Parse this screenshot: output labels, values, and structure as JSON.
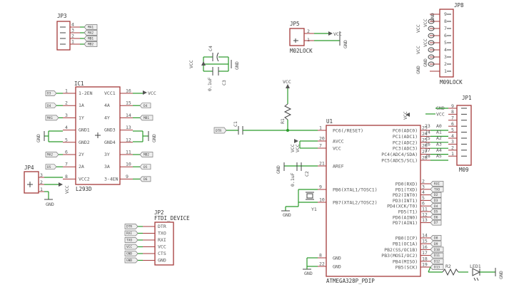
{
  "parts": {
    "jp3": "JP3",
    "jp5": "JP5",
    "jp5_value": "M02LOCK",
    "jp8": "JP8",
    "jp8_value": "M09LOCK",
    "jp1": "JP1",
    "jp1_value": "M09",
    "ic1": "IC1",
    "ic1_value": "L293D",
    "jp4": "JP4",
    "jp2": "JP2",
    "jp2_value": "FTDI_DEVICE",
    "u1": "U1",
    "u1_value": "ATMEGA328P_PDIP",
    "c1": "C1",
    "c2": "C2",
    "c2_value": "0.1uF",
    "c3": "C3",
    "c3_value": "0.1uF",
    "c4": "C4",
    "r1": "R1",
    "r2": "R2",
    "led1": "LED1",
    "y1": "Y1"
  },
  "power": {
    "vcc": "VCC",
    "gnd": "GND"
  },
  "ic1_pins": {
    "left": [
      {
        "num": "1",
        "name": "1-2EN",
        "net": "D3"
      },
      {
        "num": "2",
        "name": "1A",
        "net": "D4"
      },
      {
        "num": "3",
        "name": "1Y",
        "net": "MA1"
      },
      {
        "num": "4",
        "name": "GND1",
        "net": ""
      },
      {
        "num": "5",
        "name": "GND2",
        "net": ""
      },
      {
        "num": "6",
        "name": "2Y",
        "net": "MA2"
      },
      {
        "num": "7",
        "name": "2A",
        "net": "D5"
      },
      {
        "num": "8",
        "name": "VCC2",
        "net": ""
      }
    ],
    "right": [
      {
        "num": "16",
        "name": "VCC1",
        "net": ""
      },
      {
        "num": "15",
        "name": "4A",
        "net": "D4"
      },
      {
        "num": "14",
        "name": "4Y",
        "net": "MB1"
      },
      {
        "num": "13",
        "name": "GND3",
        "net": ""
      },
      {
        "num": "12",
        "name": "GND4",
        "net": ""
      },
      {
        "num": "11",
        "name": "3Y",
        "net": "MB2"
      },
      {
        "num": "10",
        "name": "3A",
        "net": "D5"
      },
      {
        "num": "9",
        "name": "3-4EN",
        "net": "D6"
      }
    ]
  },
  "jp3_pins": [
    {
      "num": "4",
      "net": "MA1"
    },
    {
      "num": "3",
      "net": "MA2"
    },
    {
      "num": "2",
      "net": "MB1"
    },
    {
      "num": "1",
      "net": "MB2"
    }
  ],
  "jp5_pins": [
    "2",
    "1"
  ],
  "jp8_pins": [
    {
      "num": "9",
      "net": ""
    },
    {
      "num": "8",
      "net": "VCC"
    },
    {
      "num": "7",
      "net": "GND"
    },
    {
      "num": "6",
      "net": "VCC"
    },
    {
      "num": "5",
      "net": "VCC"
    },
    {
      "num": "4",
      "net": "GND"
    },
    {
      "num": "3",
      "net": "VCC"
    },
    {
      "num": "2",
      "net": "GND"
    },
    {
      "num": "1",
      "net": ""
    }
  ],
  "jp8_side": [
    "VCC",
    "VCC",
    "GND",
    "VCC",
    "VCC",
    "GND",
    "GND"
  ],
  "jp1_pins": [
    {
      "num": "9",
      "net": "GND"
    },
    {
      "num": "8",
      "net": "VCC"
    },
    {
      "num": "7",
      "net": ""
    },
    {
      "num": "6",
      "net": "A0"
    },
    {
      "num": "5",
      "net": "A1"
    },
    {
      "num": "4",
      "net": "A2"
    },
    {
      "num": "3",
      "net": "A3"
    },
    {
      "num": "2",
      "net": "A4"
    },
    {
      "num": "1",
      "net": "A5"
    }
  ],
  "jp1_left_nums": [
    "23",
    "24",
    "25",
    "26",
    "27",
    "28"
  ],
  "jp4_pins": [
    "3",
    "2",
    "1"
  ],
  "jp2_pins": [
    {
      "name": "DTR",
      "net": "DTR"
    },
    {
      "name": "TXO",
      "net": "RXI"
    },
    {
      "name": "RXI",
      "net": "TXO"
    },
    {
      "name": "VCC",
      "net": "VCC"
    },
    {
      "name": "CTS",
      "net": "GND"
    },
    {
      "name": "GND",
      "net": "GND"
    }
  ],
  "u1_left": [
    {
      "num": "1",
      "name": "PC6(/RESET)"
    },
    {
      "num": "20",
      "name": "AVCC"
    },
    {
      "num": "7",
      "name": "VCC"
    },
    {
      "num": "21",
      "name": "AREF"
    },
    {
      "num": "9",
      "name": "PB6(XTAL1/TOSC1)"
    },
    {
      "num": "10",
      "name": "PB7(XTAL2/TOSC2)"
    },
    {
      "num": "8",
      "name": "GND"
    },
    {
      "num": "22",
      "name": "GND"
    }
  ],
  "u1_right": [
    {
      "num": "23",
      "name": "PC0(ADC0)",
      "net": "A0"
    },
    {
      "num": "24",
      "name": "PC1(ADC1)",
      "net": "A1"
    },
    {
      "num": "25",
      "name": "PC2(ADC2)",
      "net": "A2"
    },
    {
      "num": "26",
      "name": "PC3(ADC3)",
      "net": "A3"
    },
    {
      "num": "27",
      "name": "PC4(ADC4/SDA)",
      "net": "A4"
    },
    {
      "num": "28",
      "name": "PC5(ADC5/SCL)",
      "net": "A5"
    },
    {
      "num": "2",
      "name": "PD0(RXD)",
      "net": "RXI"
    },
    {
      "num": "3",
      "name": "PD1(TXD)",
      "net": "TXO"
    },
    {
      "num": "4",
      "name": "PD2(INT0)",
      "net": "D2"
    },
    {
      "num": "5",
      "name": "PD3(INT1)",
      "net": "D3"
    },
    {
      "num": "6",
      "name": "PD4(XCK/T0)",
      "net": "D4"
    },
    {
      "num": "11",
      "name": "PD5(T1)",
      "net": "D5"
    },
    {
      "num": "12",
      "name": "PD6(AIN0)",
      "net": "D6"
    },
    {
      "num": "13",
      "name": "PD7(AIN1)",
      "net": "D7"
    },
    {
      "num": "14",
      "name": "PB0(ICP)",
      "net": "D8"
    },
    {
      "num": "15",
      "name": "PB1(OC1A)",
      "net": "D9"
    },
    {
      "num": "16",
      "name": "PB2(SS/OC1B)",
      "net": "D10"
    },
    {
      "num": "17",
      "name": "PB3(MOSI/OC2)",
      "net": "D11"
    },
    {
      "num": "18",
      "name": "PB4(MISO)",
      "net": "D12"
    },
    {
      "num": "19",
      "name": "PB5(SCK)",
      "net": "D13"
    }
  ],
  "net_dtr": "DTR"
}
